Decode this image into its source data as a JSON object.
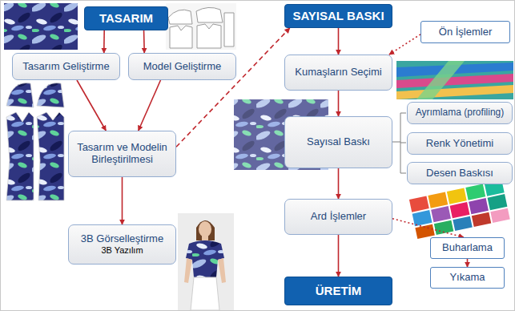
{
  "diagram": {
    "nodes": [
      {
        "text": [
          "TASARIM"
        ]
      },
      {
        "text": [
          "Tasarım Geliştirme"
        ]
      },
      {
        "text": [
          "Model Geliştirme"
        ]
      },
      {
        "text": [
          "Tasarım ve Modelin Birleştirilmesi"
        ]
      },
      {
        "text": [
          "3B Görselleştirme",
          "3B Yazılım"
        ]
      },
      {
        "text": [
          "SAYISAL BASKI"
        ]
      },
      {
        "text": [
          "Ön İşlemler"
        ]
      },
      {
        "text": [
          "Kumaşların Seçimi"
        ]
      },
      {
        "text": [
          "Sayısal Baskı"
        ]
      },
      {
        "text": [
          "Ayrımlama (profiling)"
        ]
      },
      {
        "text": [
          "Renk Yönetimi"
        ]
      },
      {
        "text": [
          "Desen Baskısı"
        ]
      },
      {
        "text": [
          "Ard İşlemler"
        ]
      },
      {
        "text": [
          "Buharlama"
        ]
      },
      {
        "text": [
          "Yıkama"
        ]
      },
      {
        "text": [
          "ÜRETİM"
        ]
      }
    ],
    "edges": [
      {
        "from": 0,
        "to": 1,
        "arrow": "to"
      },
      {
        "from": 0,
        "to": 2,
        "arrow": "to"
      },
      {
        "from": 1,
        "to": 3,
        "arrow": "to"
      },
      {
        "from": 2,
        "to": 3,
        "arrow": "to"
      },
      {
        "from": 3,
        "to": 4,
        "arrow": "to"
      },
      {
        "from": 3,
        "to": 5,
        "arrow": "to"
      },
      {
        "from": 5,
        "to": 7,
        "arrow": "to"
      },
      {
        "from": 7,
        "to": 8,
        "arrow": "to"
      },
      {
        "from": 8,
        "to": 12,
        "arrow": "to"
      },
      {
        "from": 12,
        "to": 15,
        "arrow": "to"
      },
      {
        "from": 6,
        "to": 7,
        "arrow": "to"
      },
      {
        "from": 12,
        "to": 13,
        "arrow": "to"
      },
      {
        "from": 13,
        "to": 14,
        "arrow": "to"
      }
    ]
  }
}
